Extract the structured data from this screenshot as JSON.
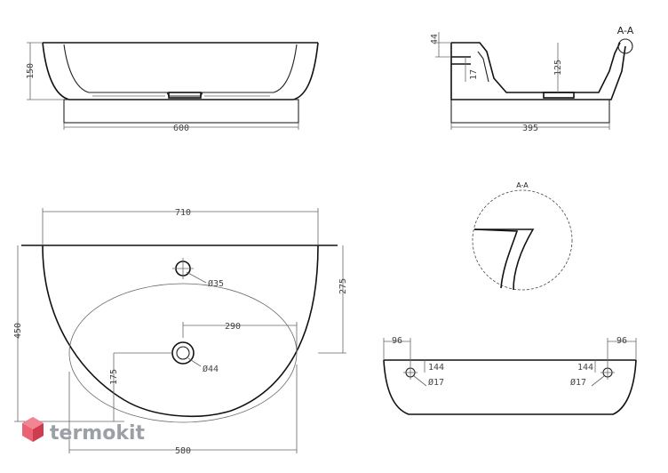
{
  "views": {
    "front": {
      "height": "150",
      "width": "600"
    },
    "side": {
      "top": "44",
      "hole": "17",
      "depth": "125",
      "width": "395",
      "section_callout": "A-A"
    },
    "detail": {
      "title": "A-A"
    },
    "top": {
      "overall_width": "710",
      "overall_depth": "450",
      "tap_hole": "Ø35",
      "drain_offset": "275",
      "bowl_width": "290",
      "drain_dia": "Ø44",
      "drain_y": "175",
      "bowl_length": "580"
    },
    "back": {
      "left_edge": "96",
      "right_edge": "96",
      "left_hole_y": "144",
      "right_hole_y": "144",
      "left_hole_dia": "Ø17",
      "right_hole_dia": "Ø17"
    }
  },
  "logo": {
    "text": "termokit",
    "color": "#e8475a"
  }
}
